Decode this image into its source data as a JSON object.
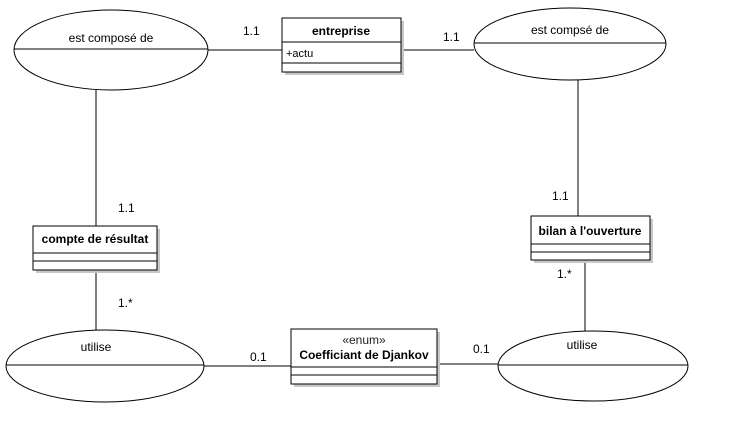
{
  "classes": {
    "entreprise": {
      "name": "entreprise",
      "attribute": "+actu"
    },
    "compte_resultat": {
      "name": "compte de résultat"
    },
    "bilan_ouverture": {
      "name": "bilan à l'ouverture"
    },
    "coefficient": {
      "stereotype": "«enum»",
      "name": "Coefficiant de Djankov"
    }
  },
  "associations": {
    "left_top": {
      "label": "est composé de"
    },
    "right_top": {
      "label": "est compsé de"
    },
    "left_bottom": {
      "label": "utilise"
    },
    "right_bottom": {
      "label": "utilise"
    }
  },
  "multiplicities": {
    "entreprise_left": "1.1",
    "entreprise_right": "1.1",
    "compte_top": "1.1",
    "compte_bottom": "1.*",
    "bilan_top": "1.1",
    "bilan_bottom": "1.*",
    "coeff_left": "0.1",
    "coeff_right": "0.1"
  }
}
